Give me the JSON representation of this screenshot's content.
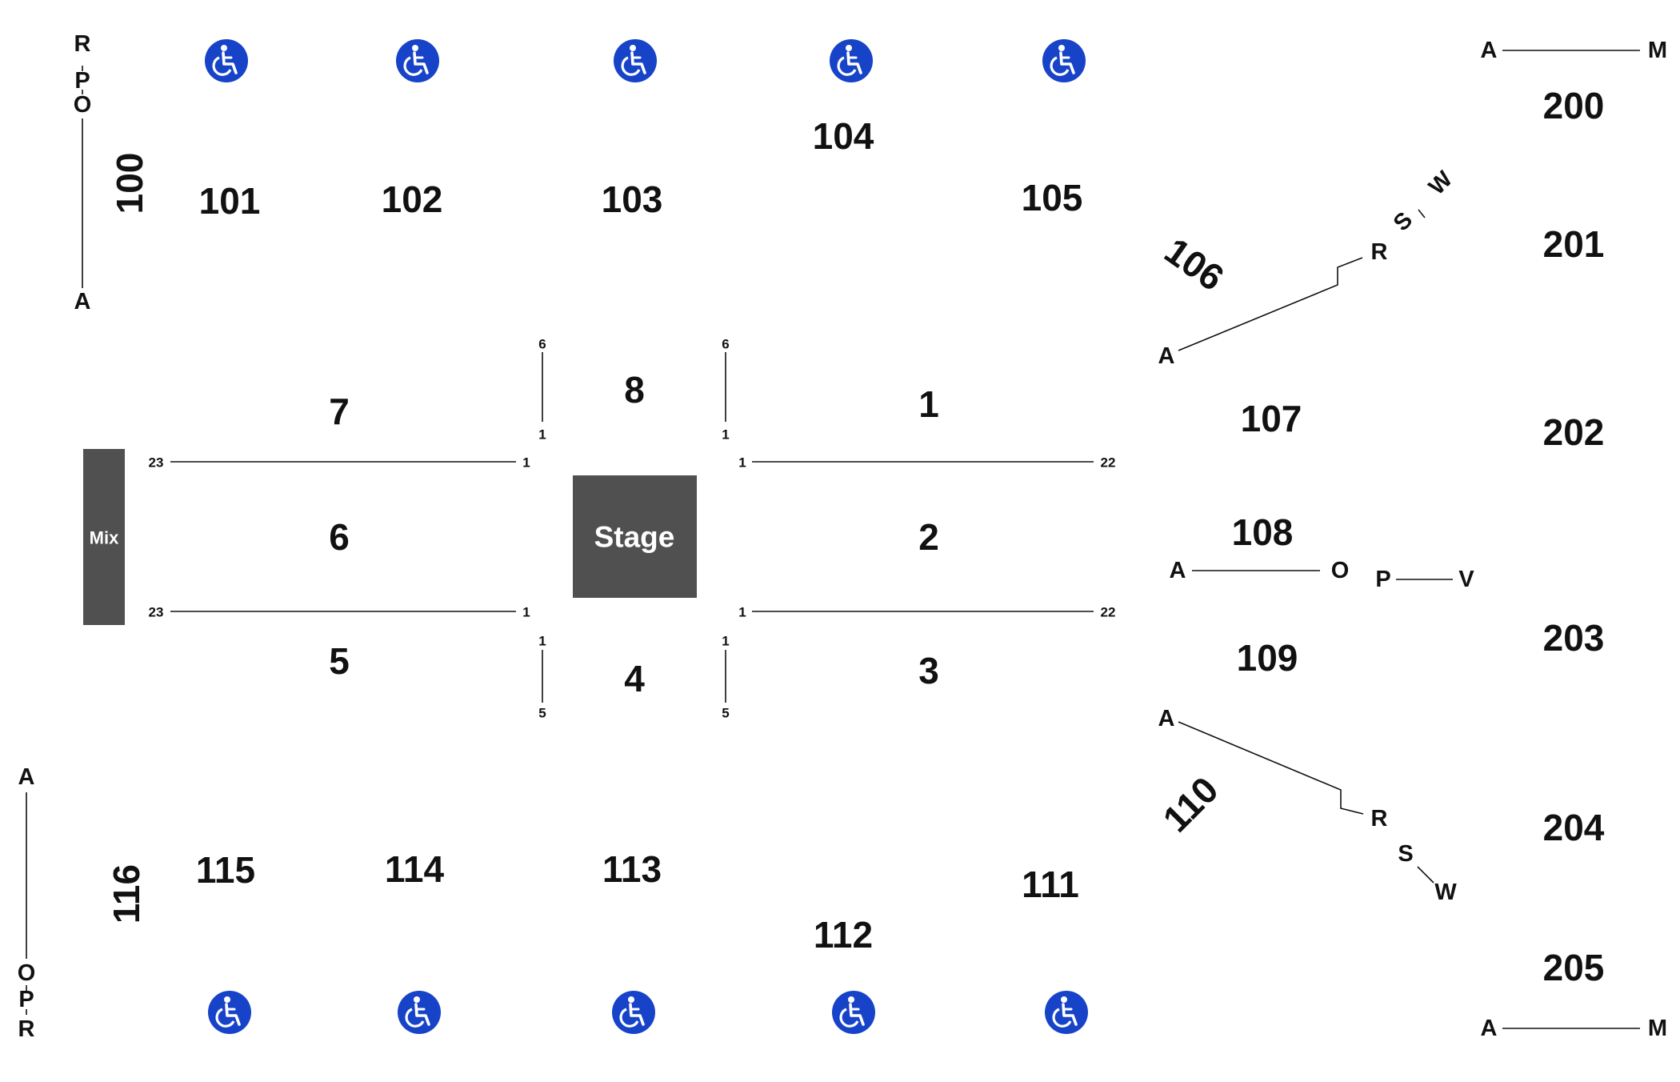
{
  "colors": {
    "ada_blue": "#1743c8",
    "box_gray": "#505050",
    "text": "#111111"
  },
  "stage": {
    "label": "Stage"
  },
  "mix": {
    "label": "Mix"
  },
  "sections": {
    "s1": "1",
    "s2": "2",
    "s3": "3",
    "s4": "4",
    "s5": "5",
    "s6": "6",
    "s7": "7",
    "s8": "8",
    "s100": "100",
    "s101": "101",
    "s102": "102",
    "s103": "103",
    "s104": "104",
    "s105": "105",
    "s106": "106",
    "s107": "107",
    "s108": "108",
    "s109": "109",
    "s110": "110",
    "s111": "111",
    "s112": "112",
    "s113": "113",
    "s114": "114",
    "s115": "115",
    "s116": "116",
    "s200": "200",
    "s201": "201",
    "s202": "202",
    "s203": "203",
    "s204": "204",
    "s205": "205"
  },
  "row_letters": {
    "A": "A",
    "M": "M",
    "O": "O",
    "P": "P",
    "R": "R",
    "S": "S",
    "V": "V",
    "W": "W"
  },
  "seat_numbers": {
    "n1": "1",
    "n5": "5",
    "n6": "6",
    "n22": "22",
    "n23": "23"
  },
  "icons": {
    "accessible": "wheelchair-accessible-icon"
  }
}
